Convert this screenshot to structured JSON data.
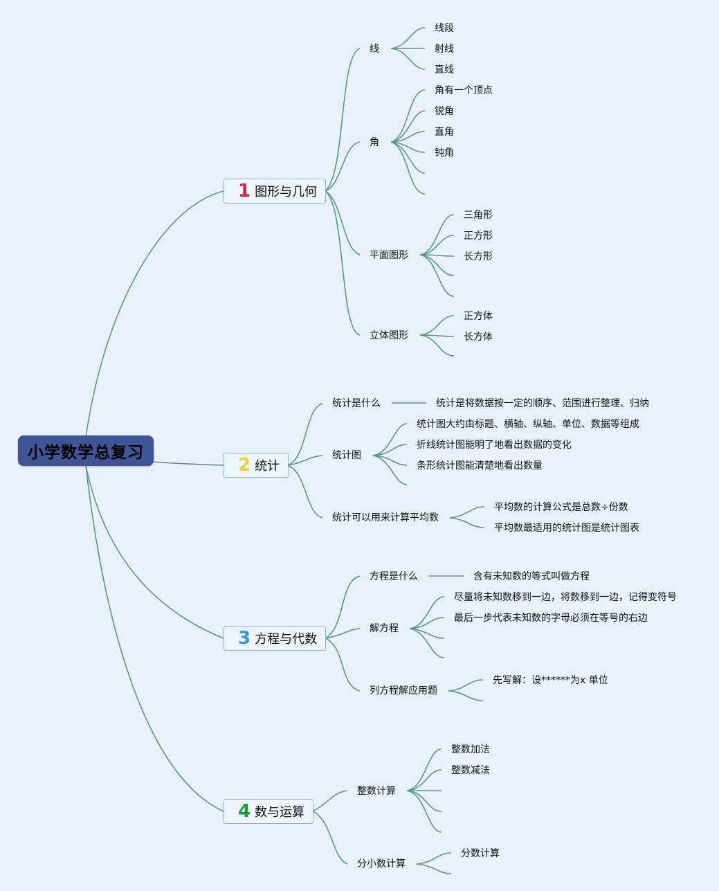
{
  "root": {
    "label": "小学数学总复习"
  },
  "colors": {
    "root_bg": "#3f5596",
    "line": "#5b958c",
    "num1": "#d9253a",
    "num2": "#f2cf3a",
    "num3": "#2e9ad8",
    "num4": "#1f9a3a"
  },
  "branches": [
    {
      "num": "1",
      "label": "图形与几何",
      "subs": [
        {
          "label": "线",
          "leaves": [
            "线段",
            "射线",
            "直线"
          ]
        },
        {
          "label": "角",
          "leaves": [
            "角有一个顶点",
            "锐角",
            "直角",
            "钝角"
          ]
        },
        {
          "label": "平面图形",
          "leaves": [
            "三角形",
            "正方形",
            "长方形"
          ]
        },
        {
          "label": "立体图形",
          "leaves": [
            "正方体",
            "长方体"
          ]
        }
      ]
    },
    {
      "num": "2",
      "label": "统计",
      "subs": [
        {
          "label": "统计是什么",
          "leaves": [
            "统计是将数据按一定的顺序、范围进行整理、归纳"
          ]
        },
        {
          "label": "统计图",
          "leaves": [
            "统计图大约由标题、横轴、纵轴、单位、数据等组成",
            "折线统计图能明了地看出数据的变化",
            "条形统计图能清楚地看出数量"
          ]
        },
        {
          "label": "统计可以用来计算平均数",
          "leaves": [
            "平均数的计算公式是总数÷份数",
            "平均数最适用的统计图是统计图表"
          ]
        }
      ]
    },
    {
      "num": "3",
      "label": "方程与代数",
      "subs": [
        {
          "label": "方程是什么",
          "leaves": [
            "含有未知数的等式叫做方程"
          ]
        },
        {
          "label": "解方程",
          "leaves": [
            "尽量将未知数移到一边，将数移到一边，记得变符号",
            "最后一步代表未知数的字母必须在等号的右边"
          ]
        },
        {
          "label": "列方程解应用题",
          "leaves": [
            "先写解：设******为x 单位"
          ]
        }
      ]
    },
    {
      "num": "4",
      "label": "数与运算",
      "subs": [
        {
          "label": "整数计算",
          "leaves": [
            "整数加法",
            "整数减法"
          ]
        },
        {
          "label": "分小数计算",
          "leaves": [
            "分数计算"
          ]
        }
      ]
    }
  ]
}
